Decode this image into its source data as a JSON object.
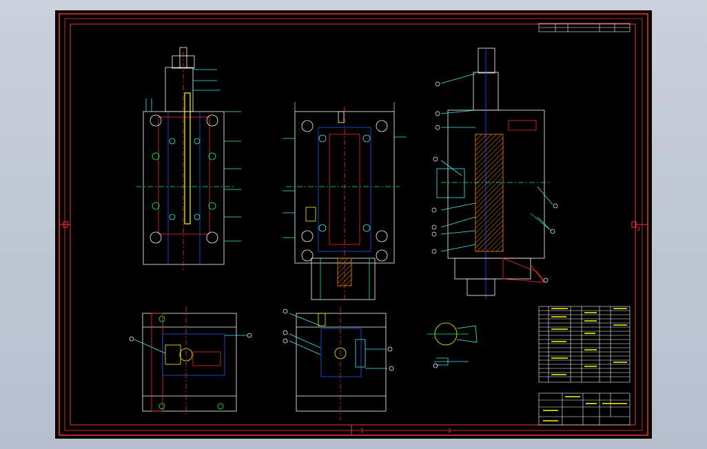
{
  "drawing": {
    "background": "#000000",
    "frame_color": "#ff3333",
    "colors": {
      "outline": "#ffffff",
      "hidden": "#1e5bff",
      "center": "#ff2a2a",
      "dimension": "#3ff0f0",
      "part": "#ffff00",
      "leader": "#00ff66",
      "hatch": "#ff8800"
    },
    "icons": [
      "datum-circle-icon",
      "balloon-callout-icon"
    ],
    "frame_marks": [
      "1",
      "2",
      "3"
    ]
  }
}
